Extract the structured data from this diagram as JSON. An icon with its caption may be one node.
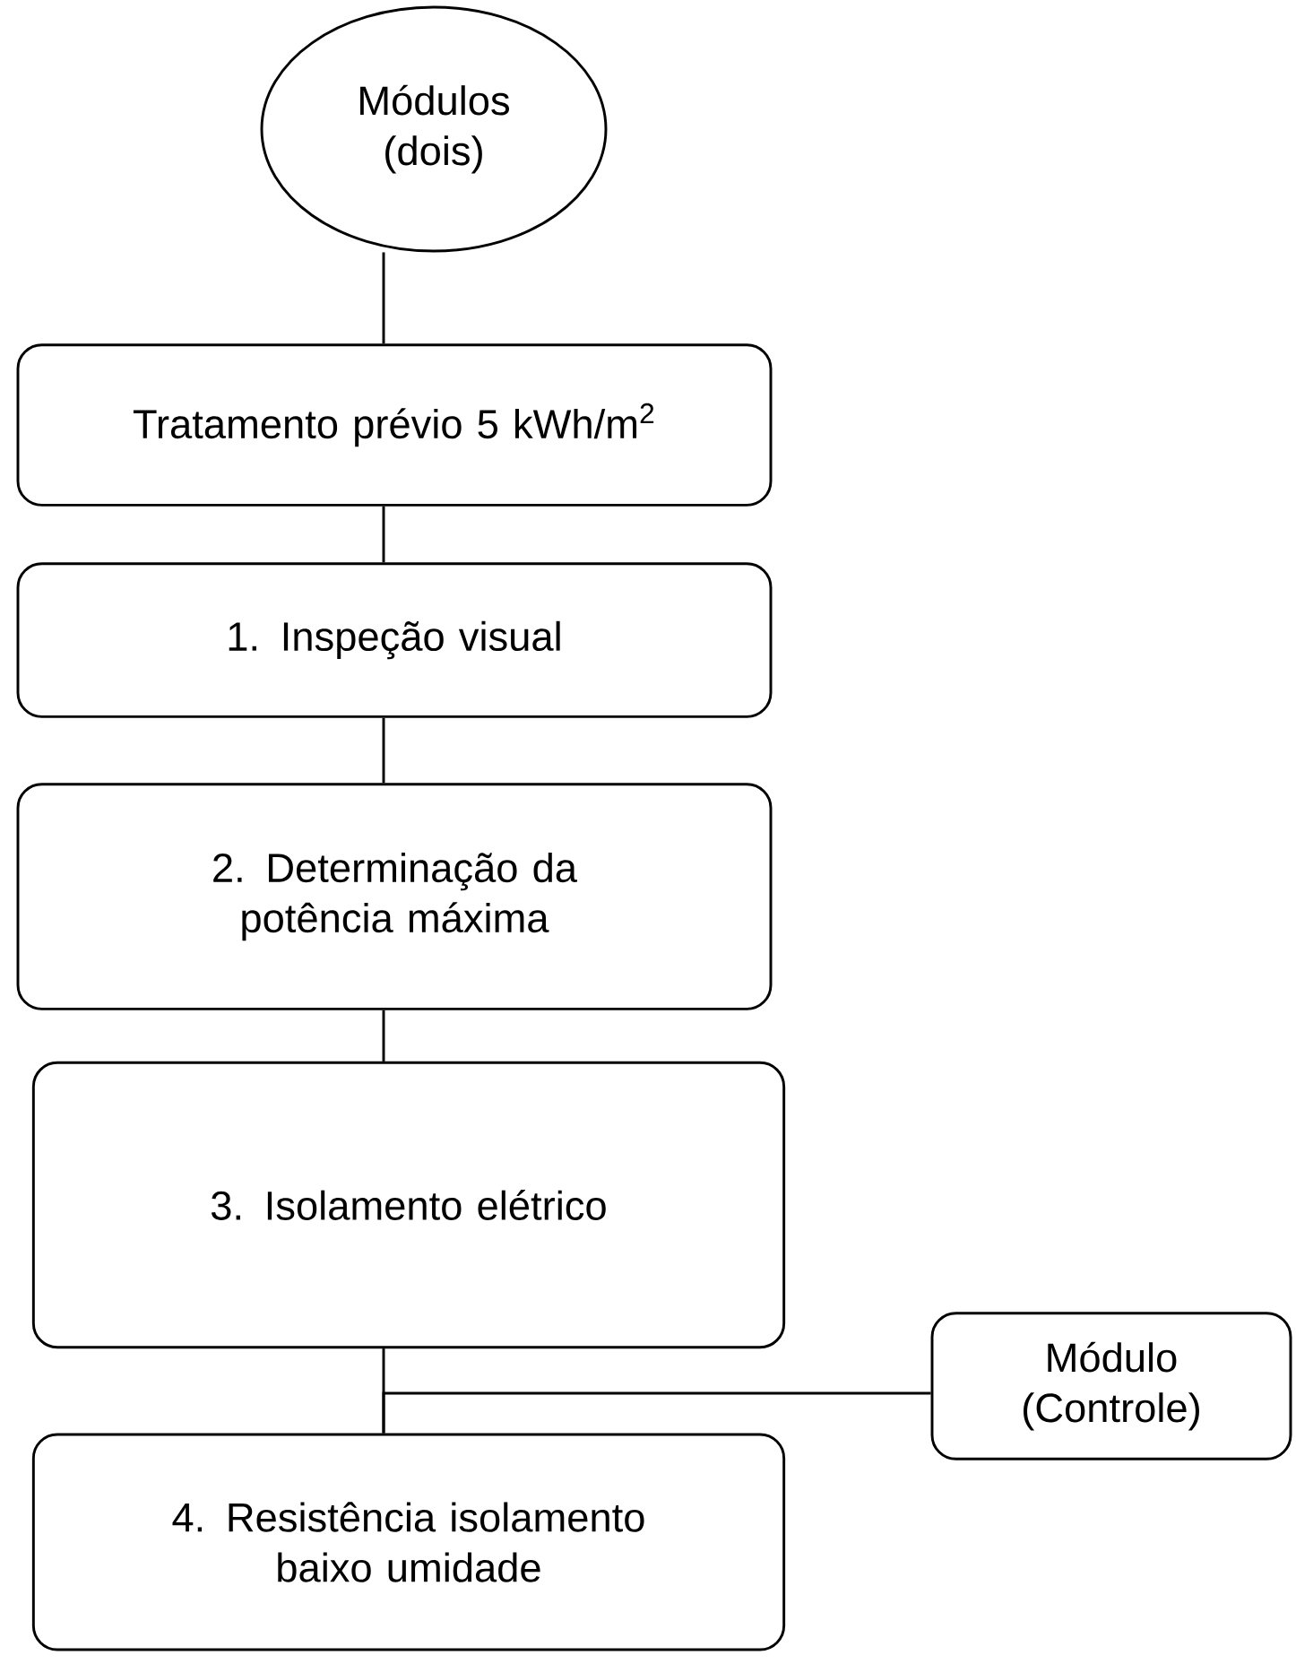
{
  "diagram": {
    "nodes": [
      {
        "text": [
          "Módulos (dois)"
        ]
      },
      {
        "text": [
          "Tratamento prévio 5 kWh/m$^{2}$"
        ]
      },
      {
        "text": [
          "1. Inspeção visual"
        ]
      },
      {
        "text": [
          "2. Determinação da potência máxima"
        ]
      },
      {
        "text": [
          "3. Isolamento elétrico"
        ]
      },
      {
        "text": [
          "Módulo (Controle)"
        ]
      },
      {
        "text": [
          "4. Resistência  isolamento baixo umidade"
        ]
      }
    ],
    "edges": [
      {
        "from": 0,
        "to": 1,
        "arrow": "none"
      },
      {
        "from": 1,
        "to": 2,
        "arrow": "none"
      },
      {
        "from": 2,
        "to": 3,
        "arrow": "none"
      },
      {
        "from": 3,
        "to": 4,
        "arrow": "none"
      },
      {
        "from": 4,
        "to": 6,
        "arrow": "none"
      },
      {
        "from": 5,
        "to": 6,
        "arrow": "none"
      }
    ]
  }
}
